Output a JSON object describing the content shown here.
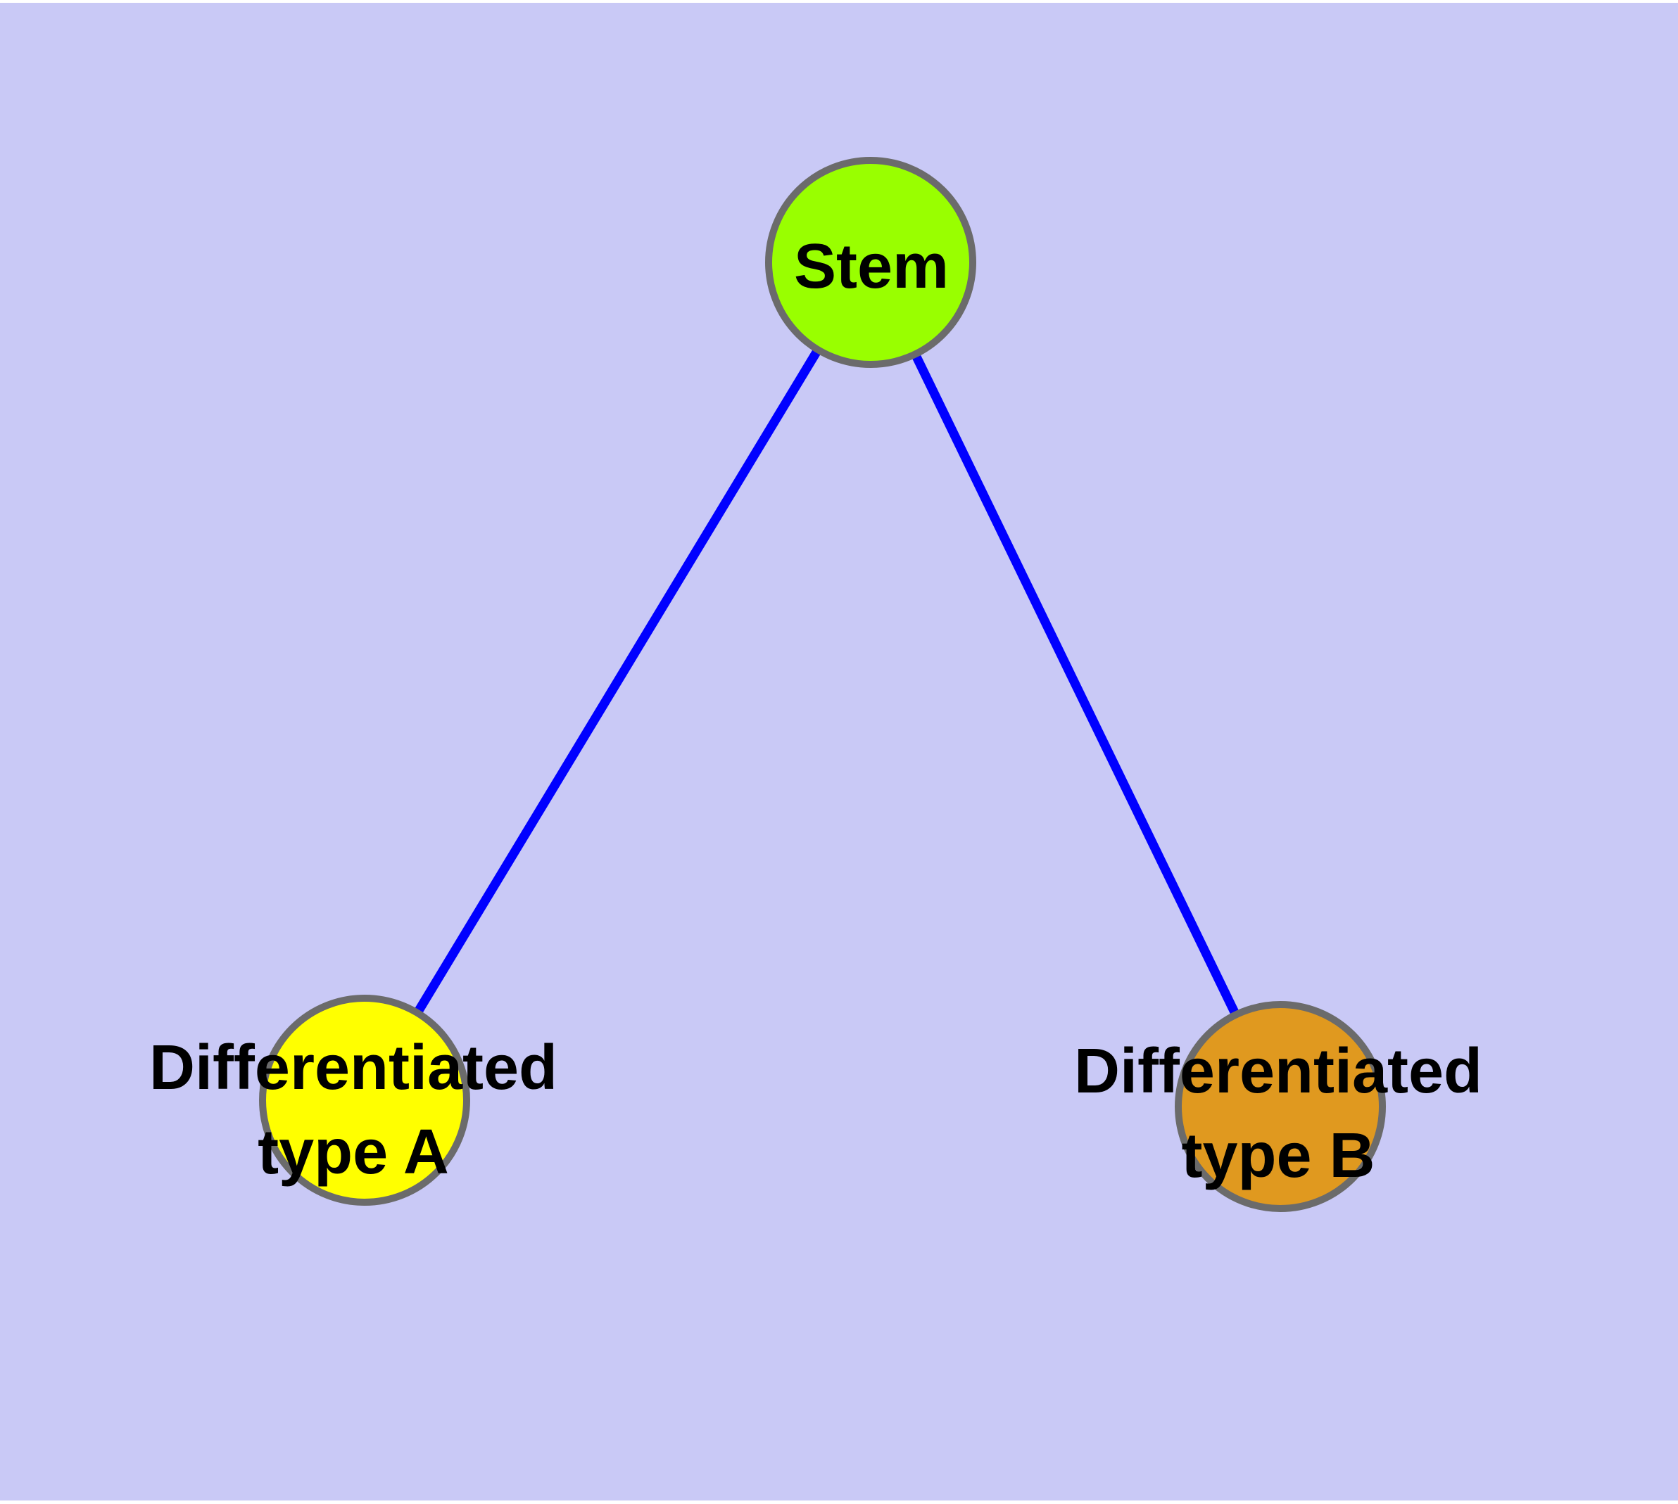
{
  "diagram": {
    "type": "graph",
    "background_color": "#C9C9F6",
    "frame_color": "#FFFFFF",
    "edge_color": "#0000FF",
    "node_border_color": "#6B6B6B",
    "label_color": "#000000",
    "nodes": [
      {
        "id": "stem",
        "label": "Stem",
        "fill": "#99FF00"
      },
      {
        "id": "differentiated-type-a",
        "label": "Differentiated type A",
        "label_lines": [
          "Differentiated",
          "type A"
        ],
        "fill": "#FFFF00"
      },
      {
        "id": "differentiated-type-b",
        "label": "Differentiated type B",
        "label_lines": [
          "Differentiated",
          "type B"
        ],
        "fill": "#E0991F"
      }
    ],
    "edges": [
      {
        "from": "Stem",
        "to": "Differentiated type A"
      },
      {
        "from": "Stem",
        "to": "Differentiated type B"
      }
    ]
  }
}
